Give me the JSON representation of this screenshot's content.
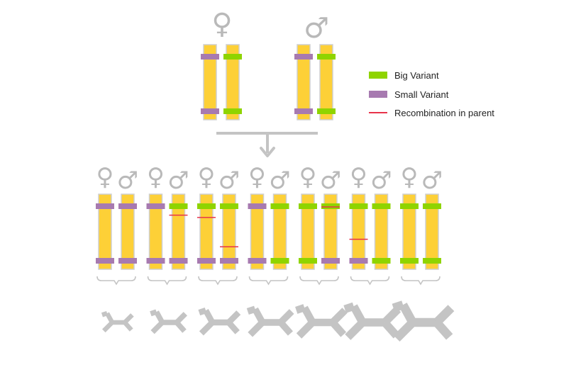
{
  "colors": {
    "chromosome_fill": "#FDD037",
    "chromosome_stroke": "#cfcfcf",
    "big_variant": "#8FD400",
    "small_variant": "#A77AB0",
    "recombination": "#E8334A",
    "gray": "#c4c4c4"
  },
  "symbols": {
    "female": "♀",
    "male": "♂"
  },
  "legend": {
    "big_variant": "Big Variant",
    "small_variant": "Small Variant",
    "recombination": "Recombination in parent"
  },
  "parents": {
    "female": {
      "top": [
        "small",
        "big"
      ],
      "bottom": [
        "small",
        "big"
      ]
    },
    "male": {
      "top": [
        "small",
        "big"
      ],
      "bottom": [
        "small",
        "big"
      ]
    }
  },
  "offspring": [
    {
      "female": {
        "top": "small",
        "bottom": "small",
        "recomb": null
      },
      "male": {
        "top": "small",
        "bottom": "small",
        "recomb": null
      },
      "plant_size": 1
    },
    {
      "female": {
        "top": "small",
        "bottom": "small",
        "recomb": null
      },
      "male": {
        "top": "big",
        "bottom": "small",
        "recomb": 0.28
      },
      "plant_size": 2
    },
    {
      "female": {
        "top": "big",
        "bottom": "small",
        "recomb": 0.31
      },
      "male": {
        "top": "big",
        "bottom": "small",
        "recomb": 0.7
      },
      "plant_size": 3
    },
    {
      "female": {
        "top": "small",
        "bottom": "small",
        "recomb": null
      },
      "male": {
        "top": "big",
        "bottom": "big",
        "recomb": null
      },
      "plant_size": 4
    },
    {
      "female": {
        "top": "big",
        "bottom": "big",
        "recomb": null
      },
      "male": {
        "top": "big",
        "bottom": "small",
        "recomb": 0.17
      },
      "plant_size": 5
    },
    {
      "female": {
        "top": "big",
        "bottom": "small",
        "recomb": 0.6
      },
      "male": {
        "top": "big",
        "bottom": "big",
        "recomb": null
      },
      "plant_size": 6
    },
    {
      "female": {
        "top": "big",
        "bottom": "big",
        "recomb": null
      },
      "male": {
        "top": "big",
        "bottom": "big",
        "recomb": null
      },
      "plant_size": 7
    }
  ]
}
